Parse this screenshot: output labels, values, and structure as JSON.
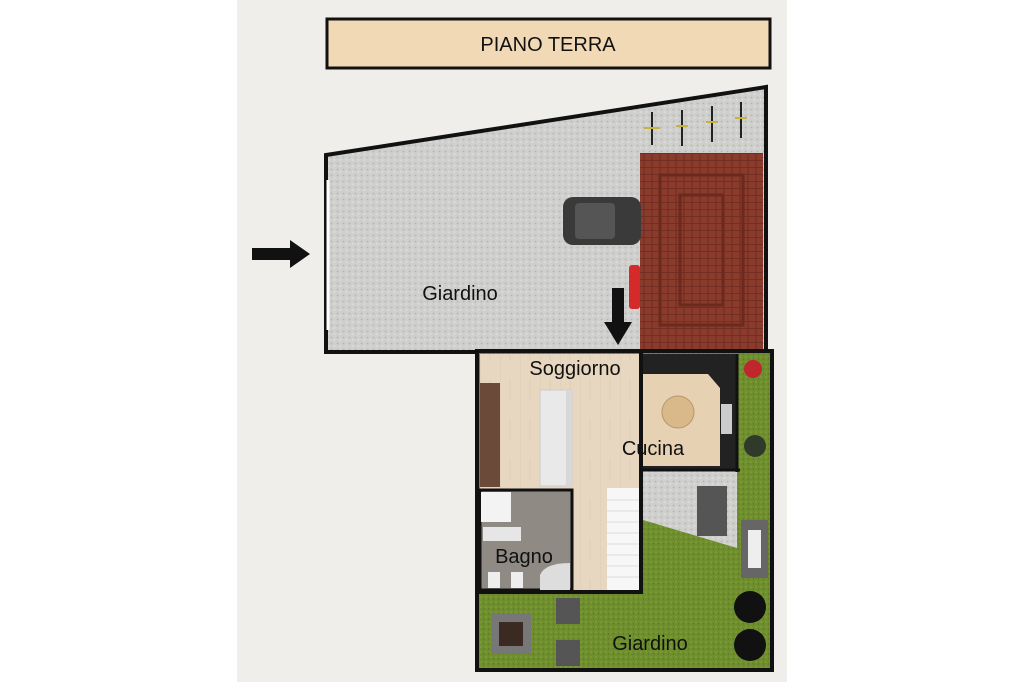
{
  "title": "PIANO TERRA",
  "rooms": {
    "garden_top": "Giardino",
    "living": "Soggiorno",
    "kitchen": "Cucina",
    "bathroom": "Bagno",
    "garden_bottom": "Giardino"
  },
  "colors": {
    "title_fill": "#f2d9b6",
    "gravel": "#cfcfcd",
    "roof": "#8a3b2b",
    "wood": "#e7d7c0",
    "grass": "#6f8f2f",
    "wall": "#111111"
  }
}
